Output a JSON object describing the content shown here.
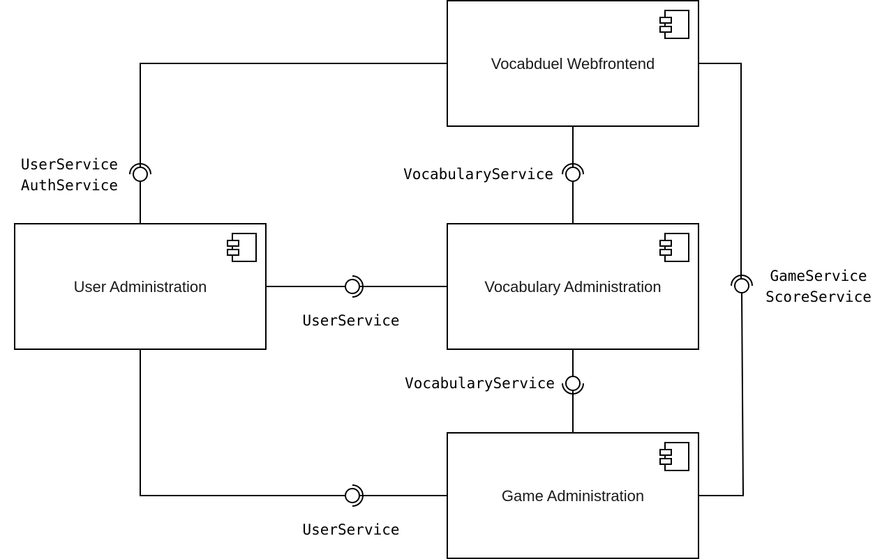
{
  "components": {
    "webfrontend": {
      "label": "Vocabduel Webfrontend"
    },
    "user_admin": {
      "label": "User Administration"
    },
    "vocab_admin": {
      "label": "Vocabulary Administration"
    },
    "game_admin": {
      "label": "Game Administration"
    }
  },
  "interfaces": {
    "user_auth": {
      "line1": "UserService",
      "line2": "AuthService"
    },
    "vocab_top": {
      "label": "VocabularyService"
    },
    "user_mid": {
      "label": "UserService"
    },
    "game_score": {
      "line1": "GameService",
      "line2": "ScoreService"
    },
    "vocab_bottom": {
      "label": "VocabularyService"
    },
    "user_bottom": {
      "label": "UserService"
    }
  },
  "colors": {
    "stroke": "#000000",
    "fill": "#ffffff"
  }
}
